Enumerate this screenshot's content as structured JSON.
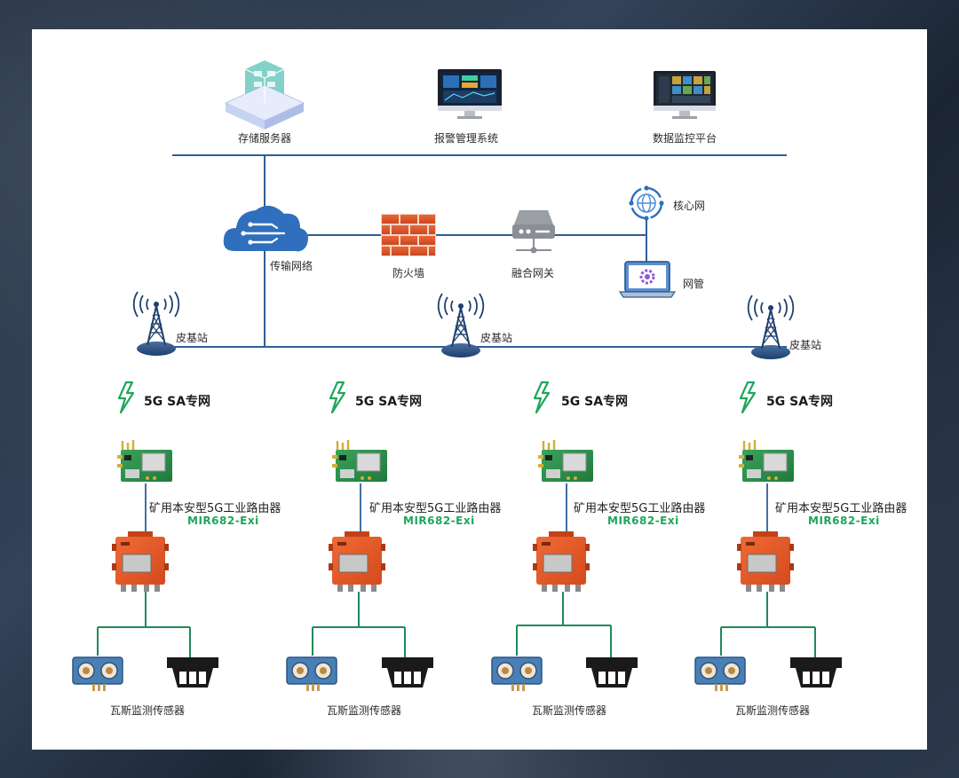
{
  "top_devices": [
    {
      "label": "存储服务器",
      "icon": "storage-server-icon"
    },
    {
      "label": "报警管理系统",
      "icon": "alarm-monitor-icon"
    },
    {
      "label": "数据监控平台",
      "icon": "data-monitor-icon"
    }
  ],
  "core": {
    "transport": "传输网络",
    "firewall": "防火墙",
    "gateway": "融合网关",
    "core_net": "核心网",
    "nms": "网管"
  },
  "base_stations": [
    "皮基站",
    "皮基站",
    "皮基站"
  ],
  "branches": [
    {
      "network": "5G SA专网",
      "router_name": "矿用本安型5G工业路由器",
      "router_model": "MIR682-Exi",
      "sensor_label": "瓦斯监测传感器"
    },
    {
      "network": "5G SA专网",
      "router_name": "矿用本安型5G工业路由器",
      "router_model": "MIR682-Exi",
      "sensor_label": "瓦斯监测传感器"
    },
    {
      "network": "5G SA专网",
      "router_name": "矿用本安型5G工业路由器",
      "router_model": "MIR682-Exi",
      "sensor_label": "瓦斯监测传感器"
    },
    {
      "network": "5G SA专网",
      "router_name": "矿用本安型5G工业路由器",
      "router_model": "MIR682-Exi",
      "sensor_label": "瓦斯监测传感器"
    }
  ],
  "colors": {
    "backbone": "#2f5f95",
    "branch_line": "#1f8a5a",
    "accent_green": "#1ea65b",
    "device_orange": "#e8572b",
    "cloud_blue": "#2f6fbd"
  }
}
